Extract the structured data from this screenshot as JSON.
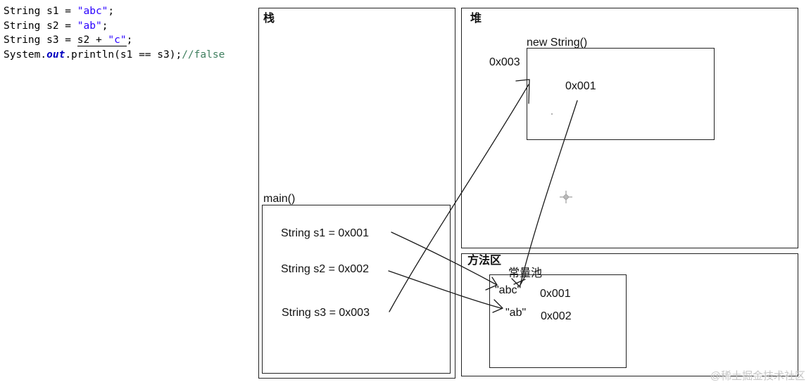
{
  "code": {
    "line1": {
      "kw": "String s1 = ",
      "str": "\"abc\"",
      "end": ";"
    },
    "line2": {
      "kw": "String s2 = ",
      "str": "\"ab\"",
      "end": ";"
    },
    "line3": {
      "kw": "String s3 = ",
      "expr_a": "s2 + ",
      "expr_str": "\"c\"",
      "end": ";"
    },
    "line4": {
      "pre": "System.",
      "field": "out",
      "mid": ".println(s1 == s3);",
      "comment": "//false"
    }
  },
  "stack": {
    "title": "栈",
    "frame": "main()",
    "vars": [
      {
        "label": "String s1 =  0x001"
      },
      {
        "label": "String s2 =  0x002"
      },
      {
        "label": "String s3 = 0x003"
      }
    ]
  },
  "heap": {
    "title": "堆",
    "object_label": "new String()",
    "object_address": "0x003",
    "object_value": "0x001"
  },
  "method_area": {
    "title": "方法区",
    "pool_title": "常量池",
    "entries": [
      {
        "literal": "\"abc\"",
        "address": "0x001"
      },
      {
        "literal": "\"ab\"",
        "address": "0x002"
      }
    ]
  },
  "watermark": "@稀土掘金技术社区"
}
